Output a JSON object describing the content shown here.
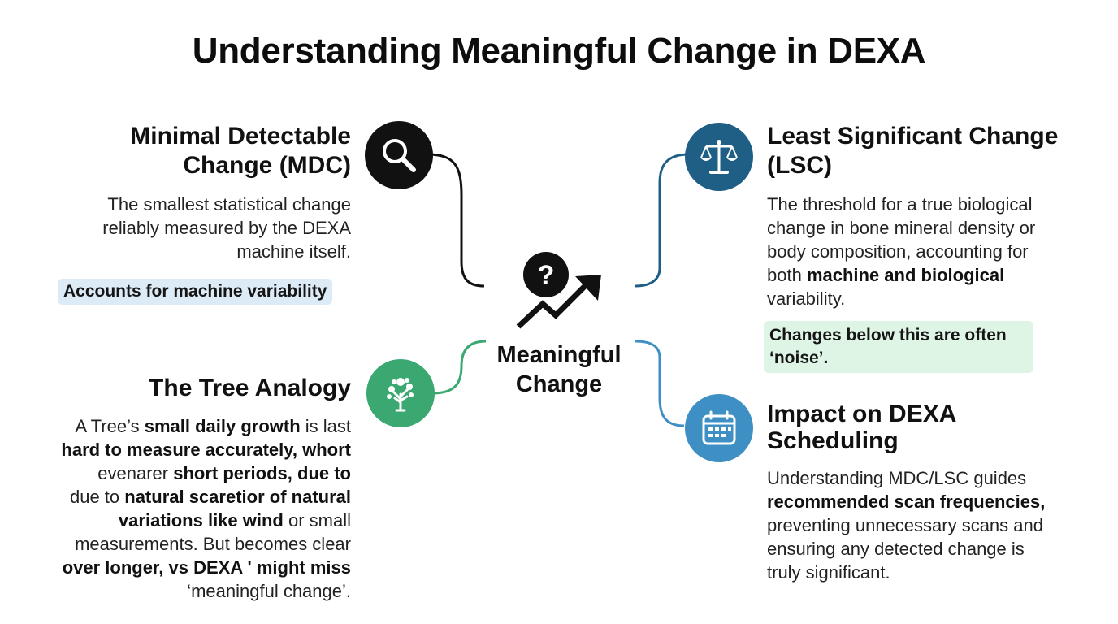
{
  "title": "Understanding Meaningful Change in DEXA",
  "center": {
    "label_line1": "Meaningful",
    "label_line2": "Change",
    "icon": "question-trend-icon"
  },
  "mdc": {
    "heading_line1": "Minimal Detectable",
    "heading_line2": "Change (MDC)",
    "body_line1": "The smallest statistical change",
    "body_line2": "reliably measured by the DEXA",
    "body_line3": "machine itself.",
    "chip": "Accounts for machine variability",
    "icon": "magnifier-icon",
    "color": "#111111"
  },
  "tree": {
    "heading": "The Tree Analogy",
    "icon": "tree-icon",
    "color": "#3aa870",
    "lines": [
      {
        "a": "A Tree’s ",
        "b": "small daily growth",
        "c": " is last"
      },
      {
        "a": "",
        "b": "hard to measure accurately, whort",
        "c": ""
      },
      {
        "a": "evenarer ",
        "b": "short periods, due to",
        "c": ""
      },
      {
        "a": "due to ",
        "b": "natural scaretior of natural",
        "c": ""
      },
      {
        "a": "",
        "b": "variations like wind",
        "c": " or small"
      },
      {
        "a": "measurements. But becomes clear",
        "b": "",
        "c": ""
      },
      {
        "a": "",
        "b": "over longer, vs DEXA ' might miss",
        "c": ""
      },
      {
        "a": "‘meaningful change’.",
        "b": "",
        "c": ""
      }
    ]
  },
  "lsc": {
    "heading_line1": "Least Significant Change",
    "heading_line2": "(LSC)",
    "icon": "scale-icon",
    "color": "#1f5f86",
    "lines": [
      {
        "a": "The threshold for a true biological",
        "b": "",
        "c": ""
      },
      {
        "a": "change in bone mineral density or",
        "b": "",
        "c": ""
      },
      {
        "a": "body composition, accounting for",
        "b": "",
        "c": ""
      },
      {
        "a": "both ",
        "b": "machine and biological",
        "c": ""
      },
      {
        "a": "variability.",
        "b": "",
        "c": ""
      }
    ],
    "chip_line1": "Changes below this are often",
    "chip_line2": "‘noise’."
  },
  "impact": {
    "heading_line1": "Impact on DEXA",
    "heading_line2": "Scheduling",
    "icon": "calendar-icon",
    "color": "#3d8fc4",
    "lines": [
      {
        "a": "Understanding MDC/LSC guides",
        "b": "",
        "c": ""
      },
      {
        "a": "",
        "b": "recommended scan frequencies,",
        "c": ""
      },
      {
        "a": "preventing unnecessary scans and",
        "b": "",
        "c": ""
      },
      {
        "a": "ensuring any detected change is",
        "b": "",
        "c": ""
      },
      {
        "a": "truly significant.",
        "b": "",
        "c": ""
      }
    ]
  }
}
